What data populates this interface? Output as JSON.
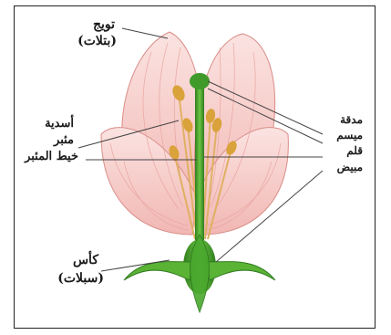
{
  "labels": {
    "corolla": "تويج",
    "petals": "(بتلات)",
    "stamens": "أسدية",
    "anther": "مئبر",
    "filament": "خيط المئبر",
    "stigma": "مدقة",
    "stigma2": "ميسم",
    "style": "قلم",
    "ovary": "مبيض",
    "calyx": "كأس",
    "sepals": "(سبلات)"
  },
  "colors": {
    "petal_fill": "#f6c9c6",
    "petal_vein": "#e9a19d",
    "petal_edge": "#d97f7c",
    "stem_green": "#3f9a2a",
    "sepal_green": "#5bb336",
    "anther_yellow": "#d9a23a",
    "filament_tan": "#e0b063"
  }
}
